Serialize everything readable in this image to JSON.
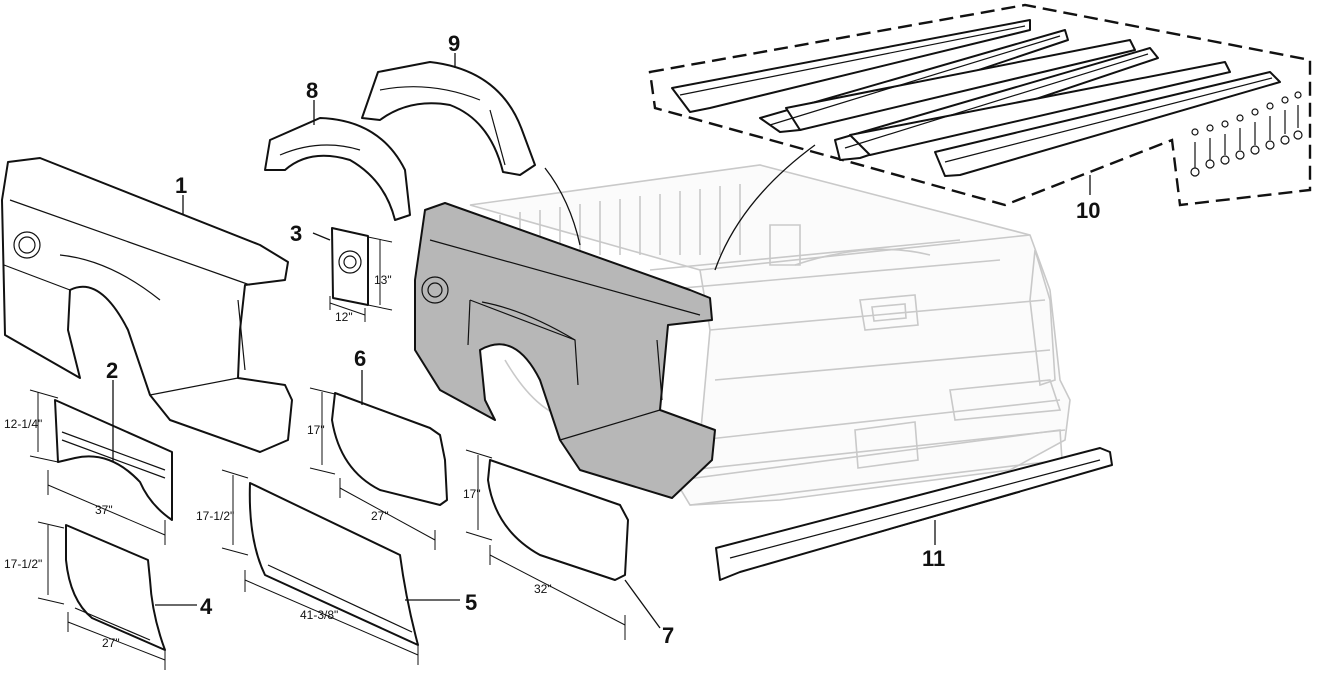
{
  "callouts": {
    "c1": "1",
    "c2": "2",
    "c3": "3",
    "c4": "4",
    "c5": "5",
    "c6": "6",
    "c7": "7",
    "c8": "8",
    "c9": "9",
    "c10": "10",
    "c11": "11"
  },
  "dimensions": {
    "p2_height": "12-1/4\"",
    "p2_width": "37\"",
    "p3_height": "13\"",
    "p3_width": "12\"",
    "p4_height": "17-1/2\"",
    "p4_width": "27\"",
    "p5_height": "17-1/2\"",
    "p5_width": "41-3/8\"",
    "p6_height": "17\"",
    "p6_width": "27\"",
    "p7_height": "17\"",
    "p7_width": "32\""
  },
  "colors": {
    "ink": "#111111",
    "highlight_panel": "#b7b7b7",
    "ghost_truck": "#c9c9c9"
  }
}
